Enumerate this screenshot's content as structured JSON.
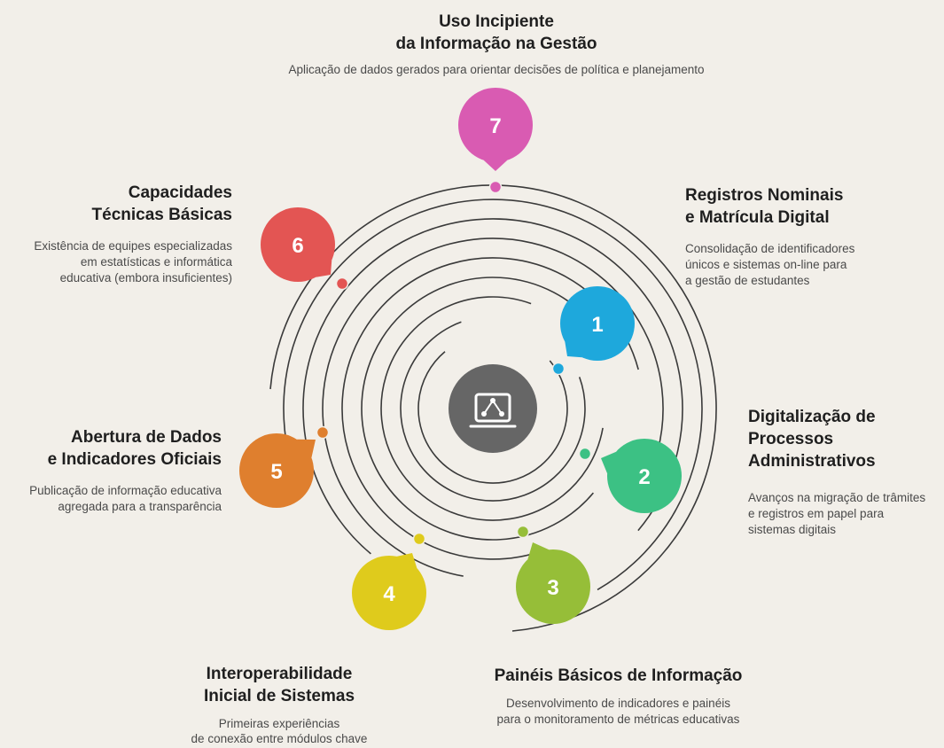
{
  "steps": [
    {
      "number": "1",
      "title": "Registros Nominais\ne Matrícula Digital",
      "description": "Consolidação de identificadores\núnicos e sistemas on-line para\na gestão de estudantes",
      "color": "#1ea8dc"
    },
    {
      "number": "2",
      "title": "Digitalização de\nProcessos\nAdministrativos",
      "description": "Avanços na migração de trâmites\ne registros em papel para\nsistemas digitais",
      "color": "#3cc184"
    },
    {
      "number": "3",
      "title": "Painéis Básicos de Informação",
      "description": "Desenvolvimento de indicadores e painéis\npara o monitoramento de métricas educativas",
      "color": "#96be38"
    },
    {
      "number": "4",
      "title": "Interoperabilidade\nInicial de Sistemas",
      "description": "Primeiras experiências\nde conexão entre módulos chave",
      "color": "#dfcb1c"
    },
    {
      "number": "5",
      "title": "Abertura de Dados\ne Indicadores Oficiais",
      "description": "Publicação de informação educativa\nagregada para a transparência",
      "color": "#df7f2e"
    },
    {
      "number": "6",
      "title": "Capacidades\nTécnicas Básicas",
      "description": "Existência de equipes especializadas\nem estatísticas e informática\neducativa (embora insuficientes)",
      "color": "#e35553"
    },
    {
      "number": "7",
      "title": "Uso Incipiente\nda Informação na Gestão",
      "description": "Aplicação de dados gerados para orientar decisões de política e planejamento",
      "color": "#d95bb2"
    }
  ],
  "center_icon": "presentation-network-icon",
  "colors": {
    "background": "#f2efe9",
    "rings": "#3a3a3a",
    "center": "#666666"
  }
}
